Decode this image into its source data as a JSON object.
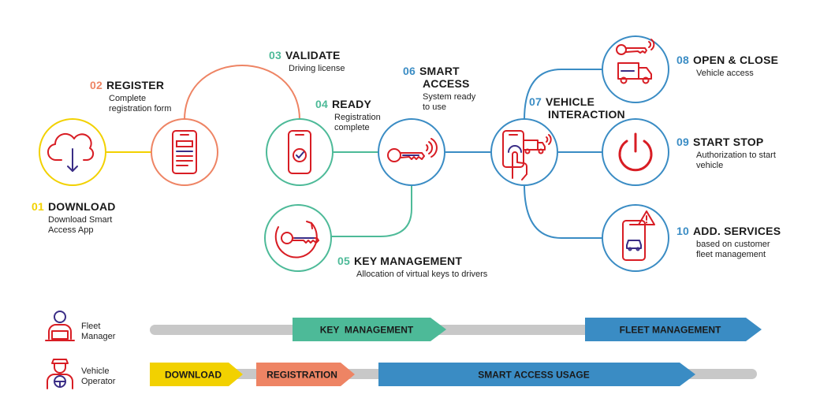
{
  "colors": {
    "download": "#f2d100",
    "register": "#ee8464",
    "green": "#4dba98",
    "blue": "#3a8cc4",
    "red": "#d81d24",
    "purple": "#3a2d86",
    "grey": "#c8c8c8"
  },
  "steps": [
    {
      "num": "01",
      "title": "DOWNLOAD",
      "desc": [
        "Download Smart",
        "Access App"
      ],
      "icon": "cloud-download-icon"
    },
    {
      "num": "02",
      "title": "REGISTER",
      "desc": [
        "Complete",
        "registration form"
      ],
      "icon": "registration-form-phone-icon"
    },
    {
      "num": "03",
      "title": "VALIDATE",
      "desc": [
        "Driving license"
      ],
      "icon": ""
    },
    {
      "num": "04",
      "title": "READY",
      "desc": [
        "Registration",
        "complete"
      ],
      "icon": "phone-check-icon"
    },
    {
      "num": "05",
      "title": "KEY MANAGEMENT",
      "desc": [
        "Allocation of virtual keys to drivers"
      ],
      "icon": "key-management-icon"
    },
    {
      "num": "06",
      "title_lines": [
        "SMART",
        "ACCESS"
      ],
      "desc": [
        "System ready",
        "to use"
      ],
      "icon": "smart-key-icon"
    },
    {
      "num": "07",
      "title_lines": [
        "VEHICLE",
        "INTERACTION"
      ],
      "desc": [],
      "icon": "phone-touch-truck-icon"
    },
    {
      "num": "08",
      "title": "OPEN & CLOSE",
      "desc": [
        "Vehicle access"
      ],
      "icon": "key-truck-icon"
    },
    {
      "num": "09",
      "title": "START STOP",
      "desc": [
        "Authorization to start",
        "vehicle"
      ],
      "icon": "power-icon"
    },
    {
      "num": "10",
      "title": "ADD. SERVICES",
      "desc": [
        "based on customer",
        "fleet management"
      ],
      "icon": "phone-car-warning-icon"
    }
  ],
  "roles": {
    "fleet_manager": {
      "label": [
        "Fleet",
        "Manager"
      ],
      "icon": "fleet-manager-icon"
    },
    "vehicle_operator": {
      "label": [
        "Vehicle",
        "Operator"
      ],
      "icon": "vehicle-operator-icon"
    }
  },
  "timeline": {
    "fleet_manager_bars": [
      {
        "label": "KEY  MANAGEMENT",
        "color": "#4dba98"
      },
      {
        "label": "FLEET MANAGEMENT",
        "color": "#3a8cc4"
      }
    ],
    "vehicle_operator_bars": [
      {
        "label": "DOWNLOAD",
        "color": "#f2d100"
      },
      {
        "label": "REGISTRATION",
        "color": "#ee8464"
      },
      {
        "label": "SMART ACCESS USAGE",
        "color": "#3a8cc4"
      }
    ]
  }
}
